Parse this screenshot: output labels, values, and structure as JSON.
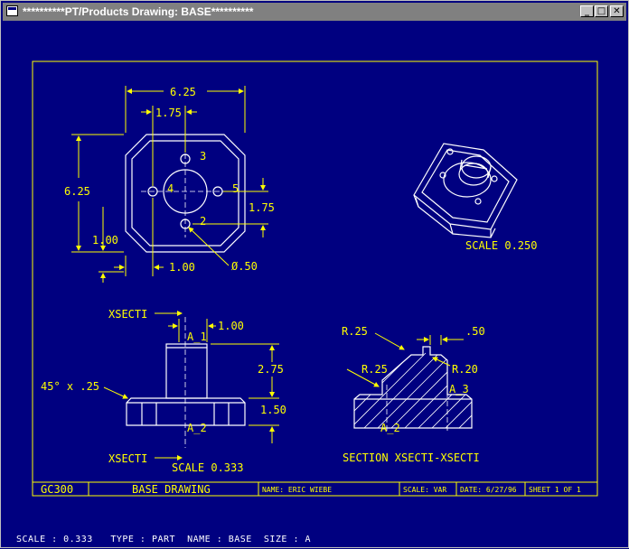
{
  "window": {
    "title": "**********PT/Products Drawing: BASE**********",
    "controls": {
      "minimize": "_",
      "maximize": "□",
      "close": "✕"
    }
  },
  "drawing": {
    "top_view": {
      "dims": {
        "overall_width": "6.25",
        "hole_spacing_x": "1.75",
        "overall_height": "6.25",
        "bottom_offset": "1.00",
        "left_offset": "1.00",
        "hole_spacing_y": "1.75",
        "hole_diameter": "Ø.50"
      },
      "hole_labels": [
        "3",
        "4",
        "5",
        "2"
      ]
    },
    "iso_view": {
      "scale": "SCALE  0.250"
    },
    "front_view": {
      "section_label_top": "XSECTI",
      "section_label_bottom": "XSECTI",
      "dims": {
        "top_dim": "1.00",
        "height_upper": "2.75",
        "height_lower": "1.50",
        "chamfer": "45°  x .25"
      },
      "datum_top": "A_1",
      "datum_bottom": "A_2",
      "scale": "SCALE  0.333"
    },
    "section_view": {
      "dims": {
        "r_top": "R.25",
        "right_dim": ".50",
        "r_left": "R.25",
        "r_right": "R.20"
      },
      "datum_right": "A_3",
      "datum_bottom": "A_2",
      "caption": "SECTION  XSECTI-XSECTI"
    },
    "title_block": {
      "code": "GC300",
      "title": "BASE DRAWING",
      "name": "NAME: ERIC WIEBE",
      "scale": "SCALE: VAR",
      "date": "DATE: 6/27/96",
      "sheet": "SHEET  1 OF  1"
    }
  },
  "status_bar": {
    "text": "SCALE : 0.333   TYPE : PART  NAME : BASE  SIZE : A"
  }
}
